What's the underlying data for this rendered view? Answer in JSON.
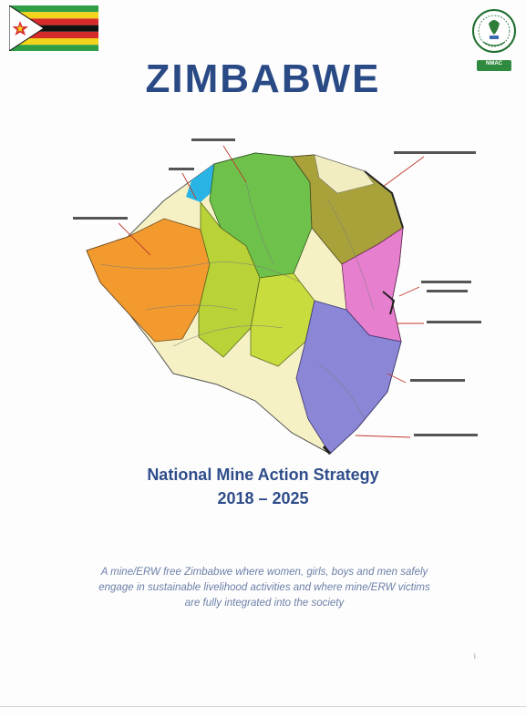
{
  "header": {
    "title": "ZIMBABWE",
    "emblem_label": "NMAC"
  },
  "document": {
    "subtitle_line1": "National Mine Action Strategy",
    "subtitle_line2": "2018 – 2025",
    "vision_line1": "A mine/ERW free Zimbabwe where women, girls, boys and men safely",
    "vision_line2": "engage in sustainable livelihood activities and where mine/ERW victims",
    "vision_line3": "are fully integrated into the society",
    "page_number": "i"
  },
  "colors": {
    "title": "#2a4a86",
    "subtitle": "#2f4d8a",
    "vision": "#6c7fa8",
    "map_orange": "#f29a2e",
    "map_green": "#6ec14a",
    "map_yellowgreen": "#b8d238",
    "map_olive": "#a9a23b",
    "map_pink": "#e77fcf",
    "map_purple": "#8c86d6",
    "map_cream": "#f6f1c4",
    "map_lake": "#2ab4e6"
  },
  "icons": {
    "flag": "zimbabwe-flag-icon",
    "emblem": "organisation-emblem-icon",
    "map": "zimbabwe-map-illustration"
  }
}
